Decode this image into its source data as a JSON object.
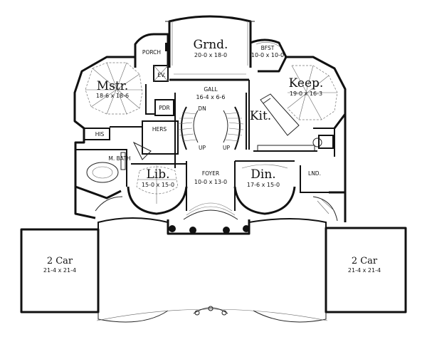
{
  "rooms": {
    "grnd": {
      "name": "Grnd.",
      "dim": "20-0 x 18-0"
    },
    "bfst": {
      "name": "BFST",
      "dim": "10-0 x 10-0"
    },
    "porch": {
      "name": "PORCH"
    },
    "ev": {
      "name": "EV."
    },
    "mstr": {
      "name": "Mstr.",
      "dim": "18-6 x 18-6"
    },
    "gall": {
      "name": "GALL",
      "dim": "16-4 x 6-6"
    },
    "keep": {
      "name": "Keep.",
      "dim": "19-0 x 16-3"
    },
    "pdr": {
      "name": "PDR"
    },
    "dn": {
      "name": "DN"
    },
    "kit": {
      "name": "Kit."
    },
    "hers": {
      "name": "HERS"
    },
    "his": {
      "name": "HIS"
    },
    "up1": {
      "name": "UP"
    },
    "up2": {
      "name": "UP"
    },
    "mbath": {
      "name": "M. BATH"
    },
    "lib": {
      "name": "Lib.",
      "dim": "15-0 x 15-0"
    },
    "foyer": {
      "name": "FOYER",
      "dim": "10-0 x 13-0"
    },
    "din": {
      "name": "Din.",
      "dim": "17-6 x 15-0"
    },
    "lnd": {
      "name": "LND."
    },
    "garage_left": {
      "name": "2 Car",
      "dim": "21-4 x 21-4"
    },
    "garage_right": {
      "name": "2 Car",
      "dim": "21-4 x 21-4"
    }
  }
}
